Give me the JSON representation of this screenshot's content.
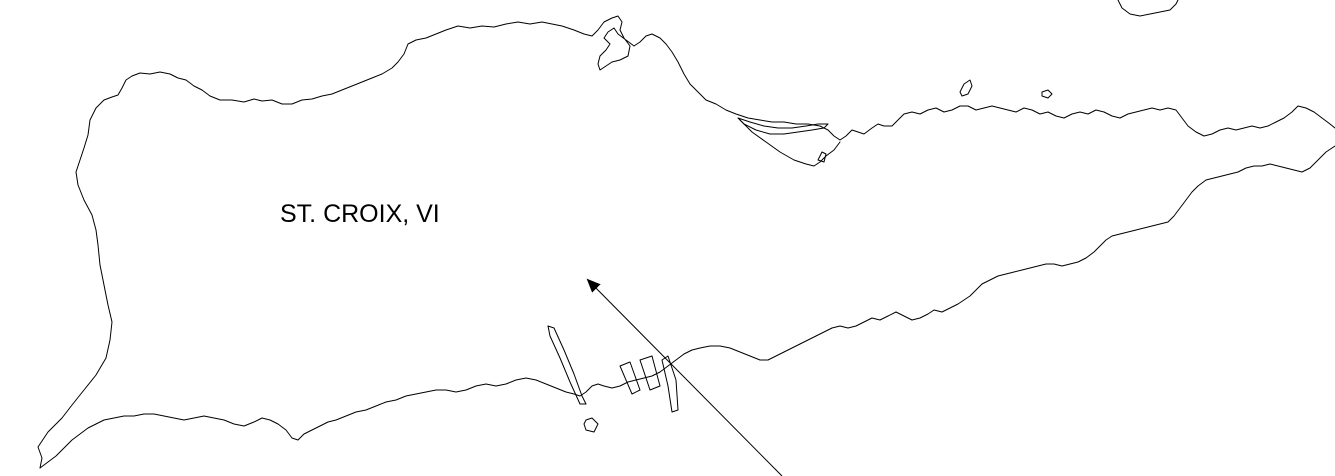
{
  "map": {
    "label": "ST. CROIX, VI",
    "line_color": "#000000",
    "background_color": "#ffffff",
    "features": [
      "coastline",
      "offshore-islets",
      "harbor-piers",
      "pointer-arrow"
    ]
  }
}
